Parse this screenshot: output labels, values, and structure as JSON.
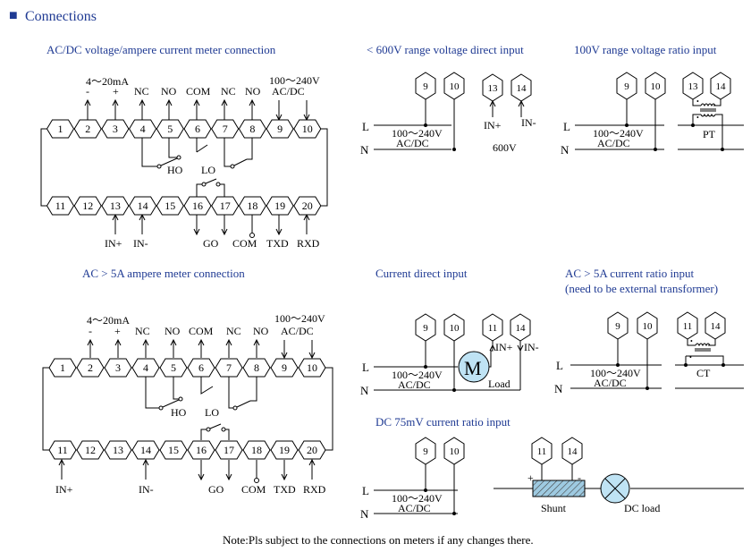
{
  "header": {
    "title": "Connections",
    "bullet": "■"
  },
  "section_titles": {
    "acdc_meter": "AC/DC voltage/ampere current meter connection",
    "v600_direct": "< 600V range voltage direct input",
    "v100_ratio": "100V range voltage ratio input",
    "ac5a_meter": "AC > 5A ampere meter connection",
    "current_direct": "Current direct input",
    "ac5a_ratio_line1": "AC > 5A current ratio input",
    "ac5a_ratio_line2": "(need to be external transformer)",
    "dc75mv": "DC 75mV current ratio input"
  },
  "labels": {
    "ma": "4～20mA",
    "minus": "-",
    "plus": "+",
    "nc": "NC",
    "no": "NO",
    "com": "COM",
    "power": "100～240V",
    "acdc": "AC/DC",
    "ho": "HO",
    "lo": "LO",
    "go": "GO",
    "txd": "TXD",
    "rxd": "RXD",
    "in_plus": "IN+",
    "in_minus": "IN-",
    "l": "L",
    "n": "N",
    "v600": "600V",
    "pt": "PT",
    "ct": "CT",
    "m": "M",
    "load": "Load",
    "shunt": "Shunt",
    "dc_load": "DC load",
    "shunt_plus": "+",
    "shunt_minus": "-"
  },
  "terminals_top": [
    "1",
    "2",
    "3",
    "4",
    "5",
    "6",
    "7",
    "8",
    "9",
    "10"
  ],
  "terminals_bottom": [
    "11",
    "12",
    "13",
    "14",
    "15",
    "16",
    "17",
    "18",
    "19",
    "20"
  ],
  "note": "Note:Pls subject to the connections on meters if any changes there."
}
